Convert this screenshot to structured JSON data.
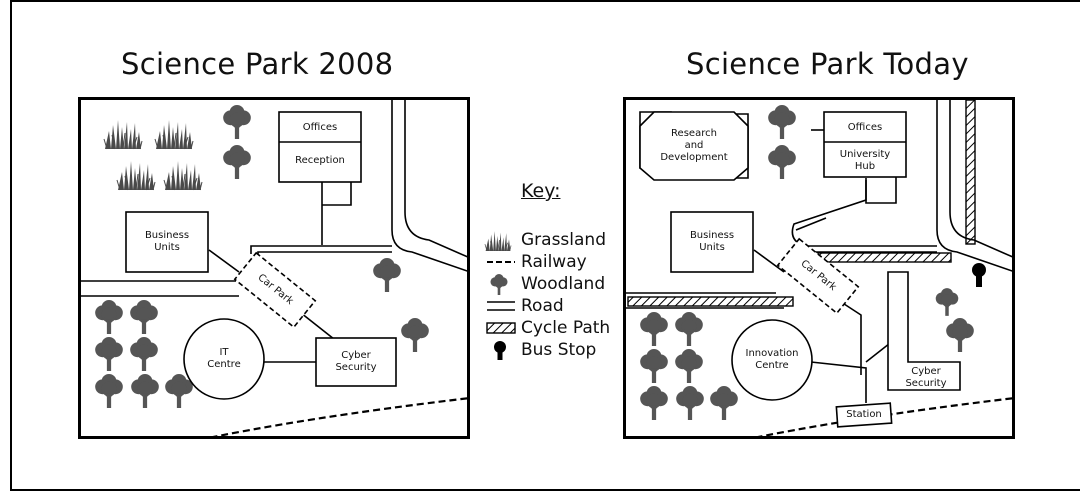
{
  "titles": {
    "left": "Science Park 2008",
    "right": "Science Park Today"
  },
  "map_2008": {
    "labels": {
      "offices": "Offices",
      "reception": "Reception",
      "business_units": "Business\nUnits",
      "car_park": "Car Park",
      "it_centre": "IT\nCentre",
      "cyber_security": "Cyber\nSecurity"
    }
  },
  "map_today": {
    "labels": {
      "research": "Research\nand\nDevelopment",
      "offices": "Offices",
      "university_hub": "University\nHub",
      "business_units": "Business\nUnits",
      "car_park": "Car Park",
      "innovation_centre": "Innovation\nCentre",
      "cyber_security": "Cyber\nSecurity",
      "station": "Station"
    }
  },
  "key": {
    "title": "Key:",
    "items": [
      {
        "label": "Grassland",
        "icon": "grass-icon"
      },
      {
        "label": "Railway",
        "icon": "railway-icon"
      },
      {
        "label": "Woodland",
        "icon": "tree-icon"
      },
      {
        "label": "Road",
        "icon": "road-icon"
      },
      {
        "label": "Cycle Path",
        "icon": "cycle-path-icon"
      },
      {
        "label": "Bus Stop",
        "icon": "bus-stop-icon"
      }
    ]
  },
  "colors": {
    "ink": "#000000",
    "tree": "#555555",
    "grass": "#4a4a4a"
  }
}
